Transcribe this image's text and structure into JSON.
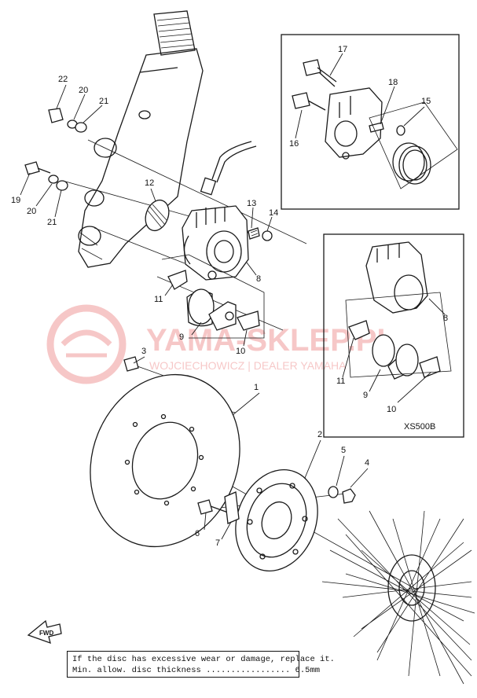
{
  "note": {
    "line1": "If the disc has excessive wear or damage, replace it.",
    "line2": "Min. allow. disc thickness ................. 6.5mm"
  },
  "model_code": "XS500B",
  "fwd_label": "FWD",
  "watermark": {
    "brand": "YAMA-SKLEP.PL",
    "sub": "WOJCIECHOWICZ | DEALER YAMAHA"
  },
  "callouts": {
    "n1": "1",
    "n2": "2",
    "n3": "3",
    "n4": "4",
    "n5": "5",
    "n6": "6",
    "n7": "7",
    "n8": "8",
    "n8b": "8",
    "n9": "9",
    "n9b": "9",
    "n10": "10",
    "n10b": "10",
    "n11": "11",
    "n11b": "11",
    "n12": "12",
    "n13": "13",
    "n14": "14",
    "n15": "15",
    "n16": "16",
    "n17": "17",
    "n18": "18",
    "n19": "19",
    "n20": "20",
    "n20b": "20",
    "n21": "21",
    "n21b": "21",
    "n22": "22"
  },
  "colors": {
    "ink": "#1a1a1a",
    "watermark": "#e23a3a"
  }
}
